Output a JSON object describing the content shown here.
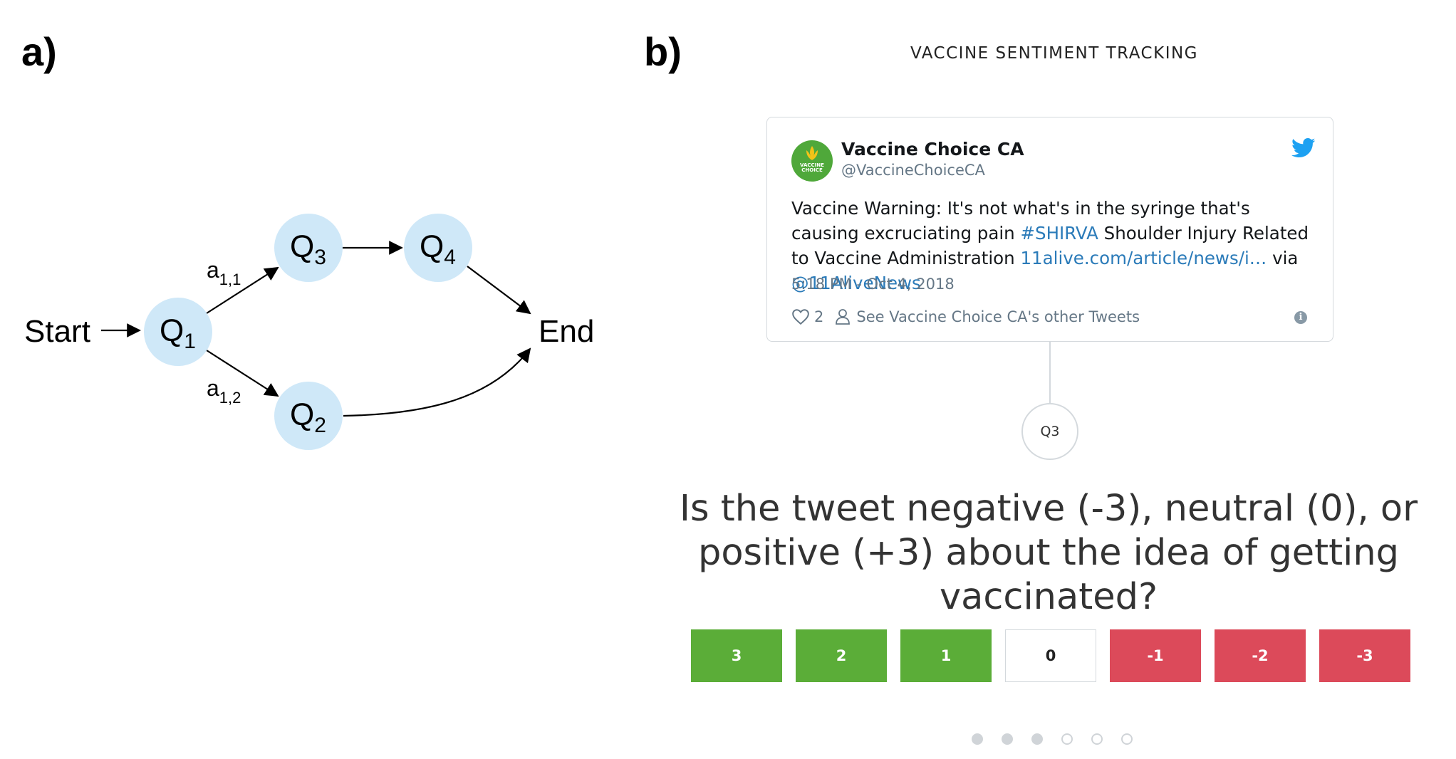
{
  "panel_a": {
    "label": "a)",
    "start": "Start",
    "end": "End",
    "nodes": [
      {
        "id": "q1",
        "letter": "Q",
        "sub": "1"
      },
      {
        "id": "q3",
        "letter": "Q",
        "sub": "3"
      },
      {
        "id": "q4",
        "letter": "Q",
        "sub": "4"
      },
      {
        "id": "q2",
        "letter": "Q",
        "sub": "2"
      }
    ],
    "edge_labels": [
      {
        "letter": "a",
        "sub": "1,1"
      },
      {
        "letter": "a",
        "sub": "1,2"
      }
    ],
    "node_color": "#cfe8f8"
  },
  "panel_b": {
    "label": "b)",
    "header": "VACCINE SENTIMENT TRACKING",
    "tweet": {
      "avatar_text": "VACCINE CHOICE",
      "name": "Vaccine Choice CA",
      "handle": "@VaccineChoiceCA",
      "body_1": "Vaccine Warning: It's not what's in the syringe that's causing excruciating pain ",
      "hashtag": "#SHIRVA",
      "body_2": " Shoulder Injury Related to Vaccine Administration ",
      "link": "11alive.com/article/news/i…",
      "body_3": " via ",
      "mention": "@11AliveNews",
      "time": "5:18 PM - Oct 4, 2018",
      "likes": "2",
      "other_tweets": "See Vaccine Choice CA's other Tweets",
      "icons": [
        "twitter-bird-icon",
        "heart-icon",
        "person-icon",
        "info-icon"
      ]
    },
    "question_node": "Q3",
    "question": "Is the tweet negative (-3), neutral (0), or positive (+3) about the idea of getting vaccinated?",
    "rating_options": [
      "3",
      "2",
      "1",
      "0",
      "-1",
      "-2",
      "-3"
    ],
    "colors": {
      "positive": "#5bad38",
      "neutral": "#ffffff",
      "negative": "#dc4a5a",
      "link": "#2b7bb9"
    },
    "progress": {
      "total": 6,
      "completed": 3
    }
  }
}
